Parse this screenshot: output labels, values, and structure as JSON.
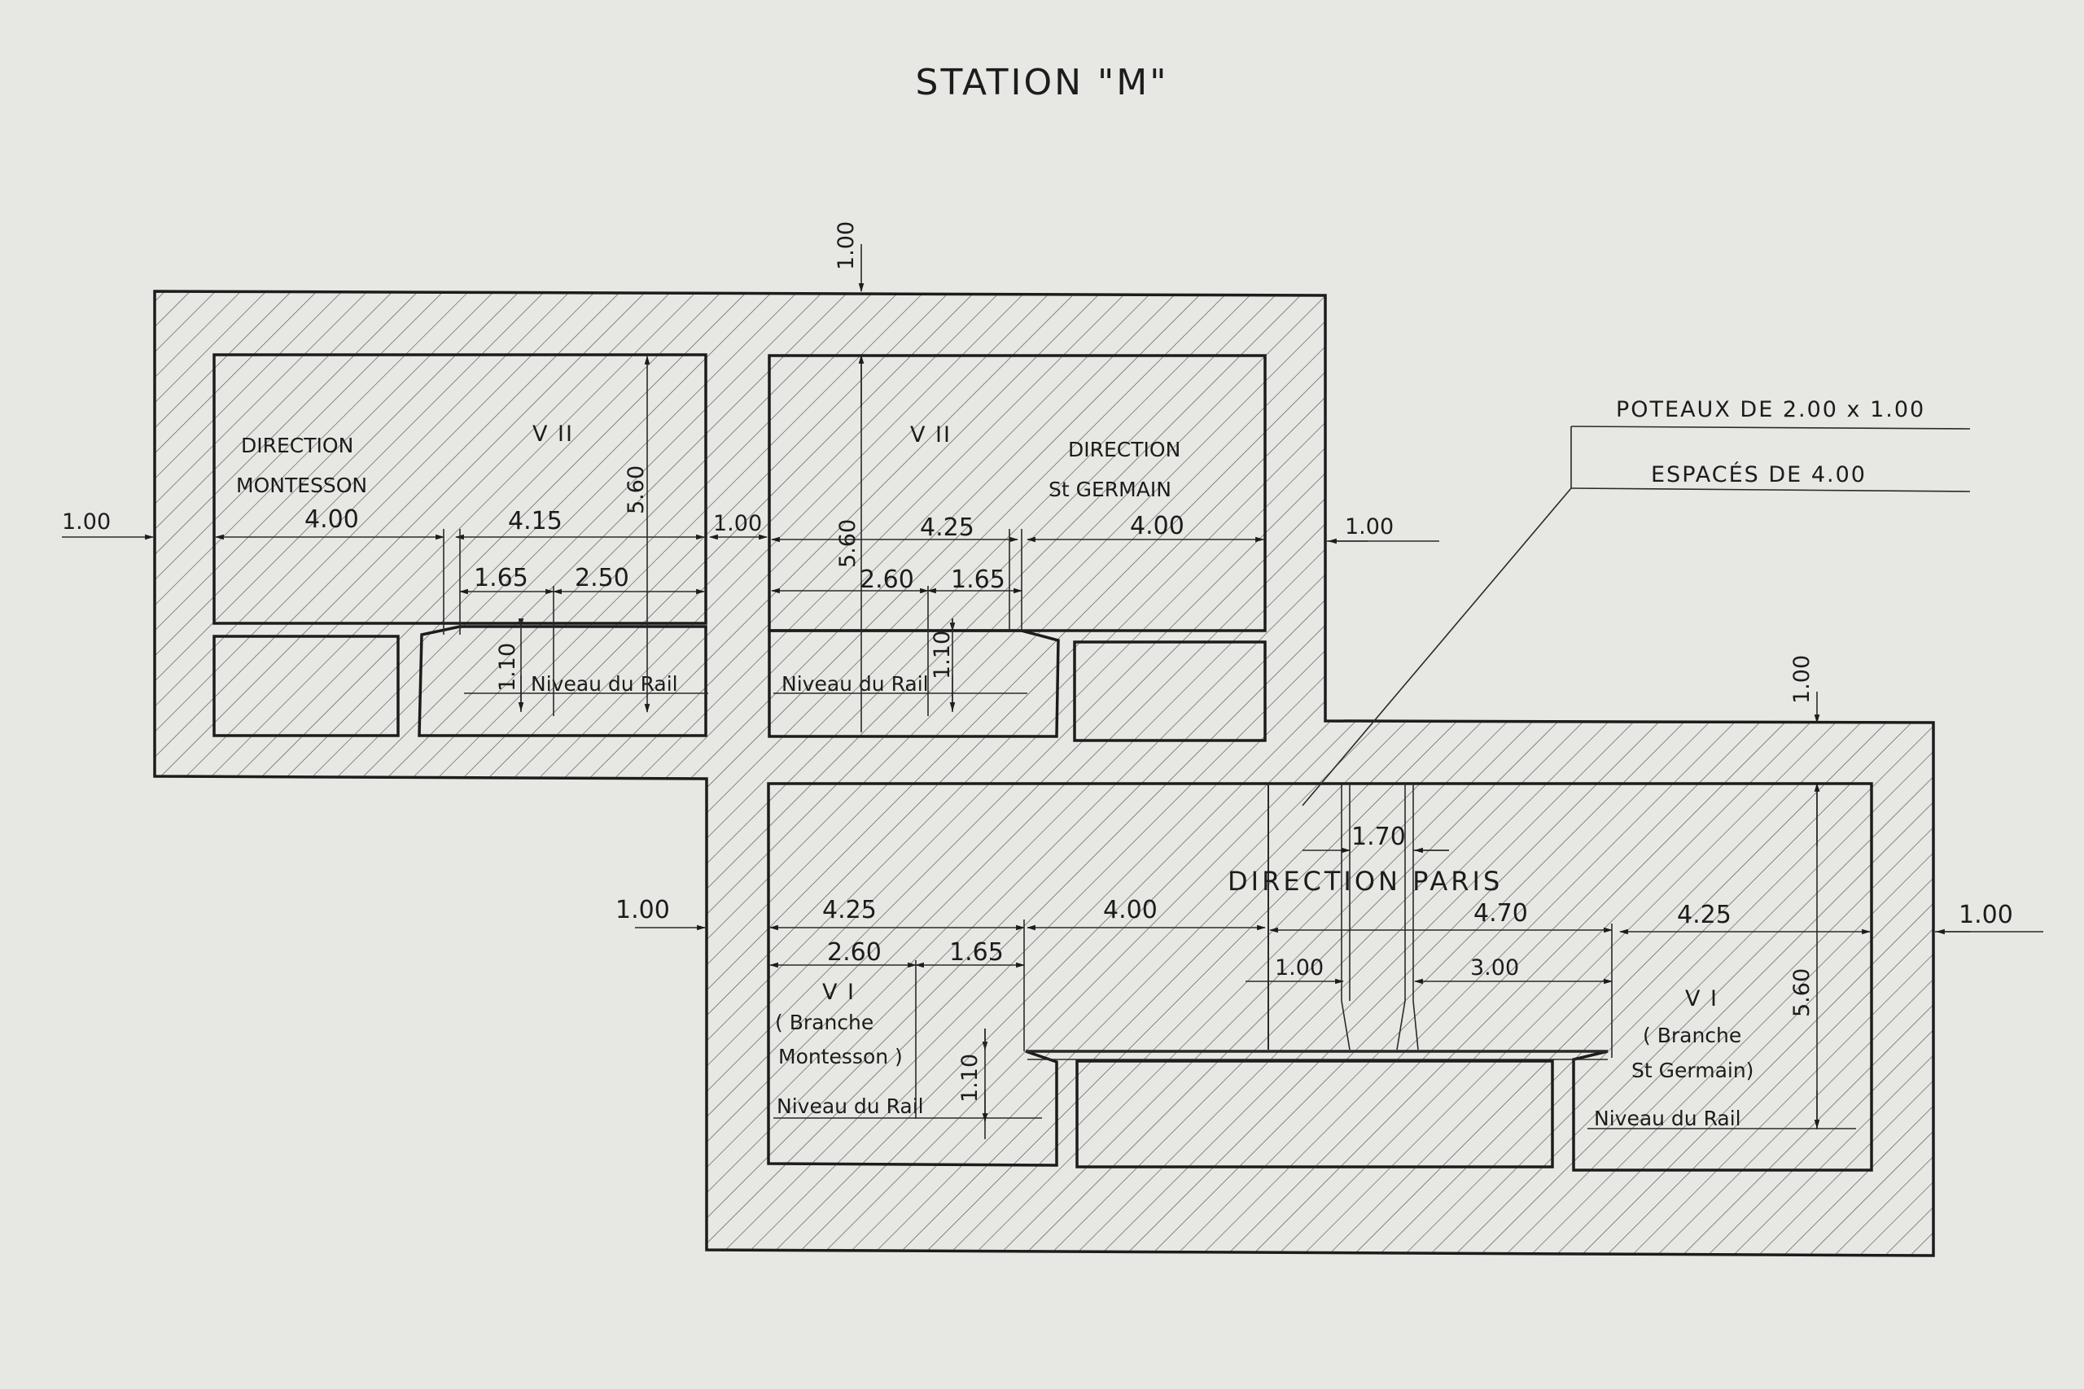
{
  "title": "STATION \"M\"",
  "note": {
    "line1": "POTEAUX DE 2.00 x 1.00",
    "line2": "ESPACÉS DE 4.00"
  },
  "upper_left": {
    "direction": "DIRECTION",
    "destination": "MONTESSON",
    "track": "V II",
    "rail_level": "Niveau du Rail"
  },
  "upper_right": {
    "direction": "DIRECTION",
    "destination": "St GERMAIN",
    "track": "V II",
    "rail_level": "Niveau du Rail"
  },
  "lower": {
    "direction": "DIRECTION PARIS",
    "left_track": "V I",
    "left_branch_1": "( Branche",
    "left_branch_2": "Montesson )",
    "right_track": "V I",
    "right_branch_1": "( Branche",
    "right_branch_2": "St Germain)",
    "rail_level": "Niveau du Rail"
  },
  "dimensions": {
    "top_wall": "1.00",
    "left_wall_upper": "1.00",
    "mid_wall_upper": "1.00",
    "right_wall_upper": "1.00",
    "ul_width_a": "4.00",
    "ul_width_b": "4.15",
    "ul_sub_a": "1.65",
    "ul_sub_b": "2.50",
    "ul_height": "5.60",
    "ul_rail": "1.10",
    "ur_height": "5.60",
    "ur_width_a": "4.25",
    "ur_width_b": "4.00",
    "ur_sub_a": "2.60",
    "ur_sub_b": "1.65",
    "ur_rail": "1.10",
    "lower_top_wall": "1.00",
    "lower_left_wall": "1.00",
    "lower_right_wall": "1.00",
    "l_width_a": "4.25",
    "l_width_b": "4.00",
    "l_width_c": "4.70",
    "l_width_d": "4.25",
    "l_sub_a": "2.60",
    "l_sub_b": "1.65",
    "l_sub_c": "1.00",
    "l_sub_d": "3.00",
    "l_col": "1.70",
    "l_rail": "1.10",
    "l_height": "5.60"
  }
}
